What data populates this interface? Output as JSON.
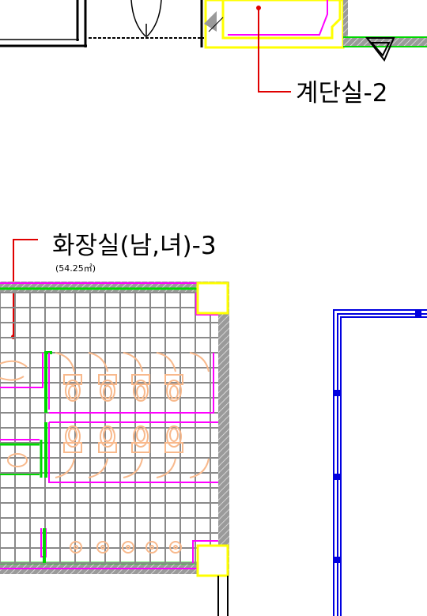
{
  "labels": {
    "stair": {
      "text": "계단실-2"
    },
    "restroom": {
      "text": "화장실(남,녀)-3",
      "area": "(54.25㎡)"
    }
  },
  "colors": {
    "wall_fill": "#8c8c8c",
    "room_outline": "#ff00ff",
    "green_line": "#00d800",
    "yellow_line": "#ffff00",
    "fixture": "#f8b98c",
    "leader": "#e00000",
    "blue_wall": "#0000e0",
    "tile_grid": "#8a8a8a"
  },
  "icons": [
    "door-swing-icon",
    "arrow-marker-icon",
    "toilet-fixture-icon",
    "sink-fixture-icon"
  ]
}
